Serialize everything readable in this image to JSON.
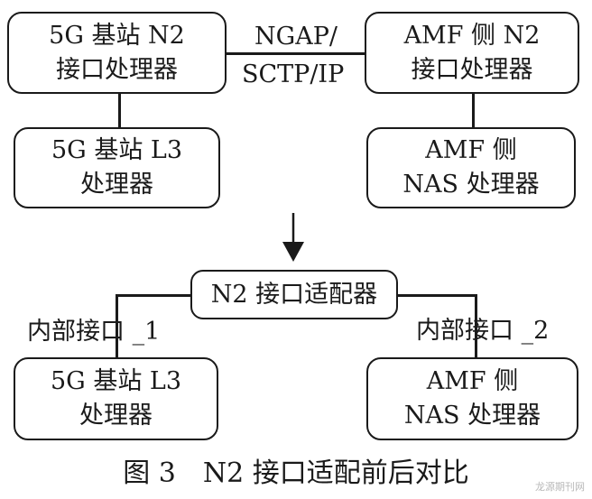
{
  "top": {
    "gnb_n2": [
      "5G 基站 N2",
      "接口处理器"
    ],
    "protocol": [
      "NGAP/",
      "SCTP/IP"
    ],
    "amf_n2": [
      "AMF 侧 N2",
      "接口处理器"
    ],
    "gnb_l3": [
      "5G 基站 L3",
      "处理器"
    ],
    "amf_nas": [
      "AMF 侧",
      "NAS 处理器"
    ]
  },
  "bottom": {
    "adapter": "N2 接口适配器",
    "iface1": "内部接口 _1",
    "iface2": "内部接口 _2",
    "gnb_l3": [
      "5G 基站 L3",
      "处理器"
    ],
    "amf_nas": [
      "AMF 侧",
      "NAS 处理器"
    ]
  },
  "caption": "图 3　N2 接口适配前后对比",
  "watermark": "龙源期刊网"
}
